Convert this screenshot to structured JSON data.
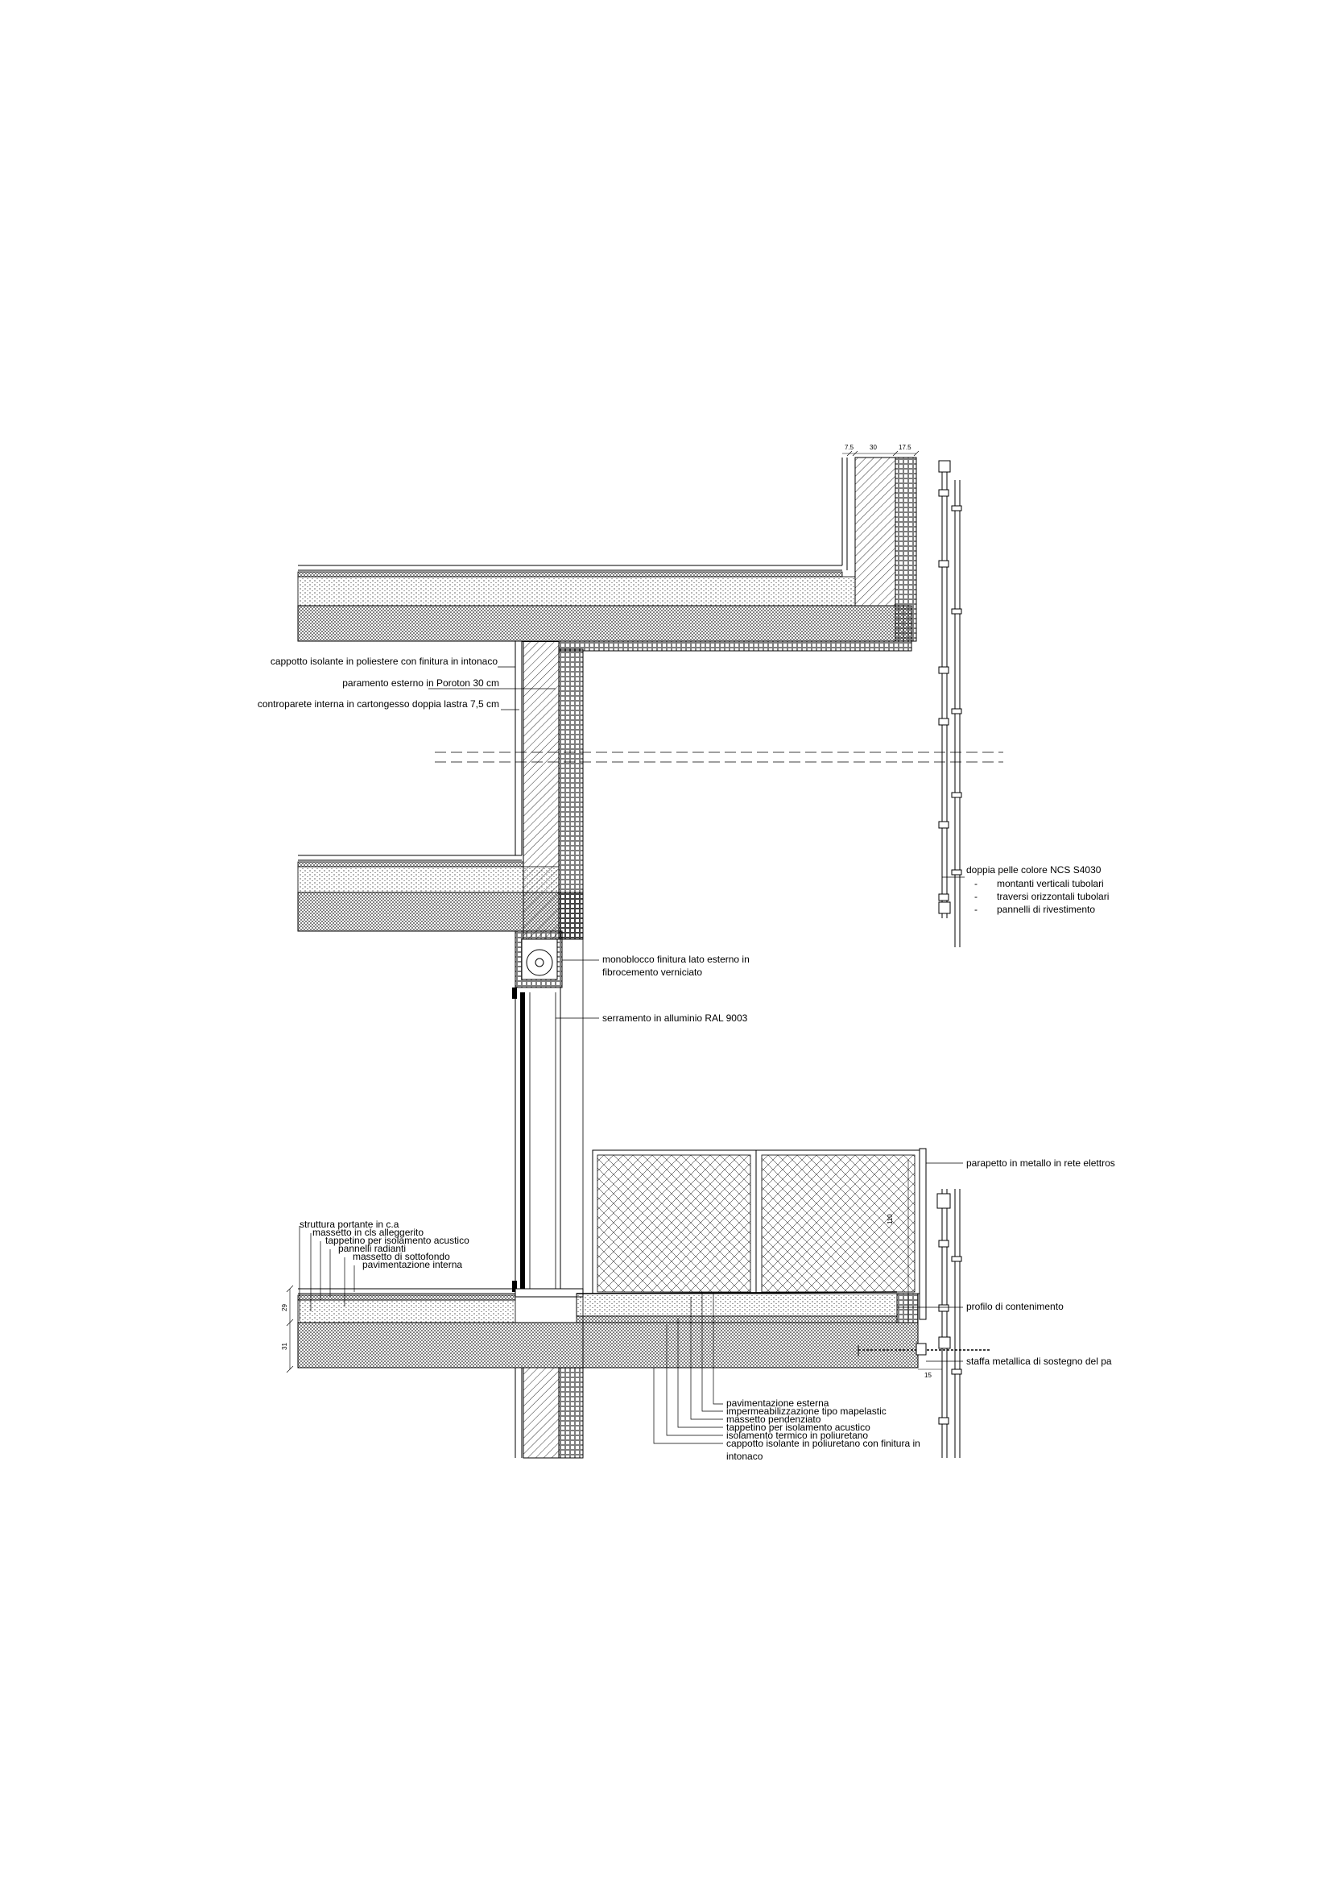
{
  "dimensions": {
    "top": [
      "7.5",
      "30",
      "17.5"
    ],
    "floor_left_a": "29",
    "floor_left_b": "31",
    "parapet_height": "110",
    "bracket": "15"
  },
  "labels": {
    "cappotto_poliestere": "cappotto isolante in poliestere con finitura in intonaco",
    "paramento_poroton": "paramento esterno in Poroton 30 cm",
    "controparete": "controparete interna in cartongesso doppia lastra 7,5 cm",
    "doppia_pelle": "doppia pelle colore NCS S4030",
    "dp_list": [
      "montanti verticali tubolari",
      "traversi orizzontali tubolari",
      "pannelli di rivestimento"
    ],
    "monoblocco_1": "monoblocco finitura lato esterno in",
    "monoblocco_2": "fibrocemento verniciato",
    "serramento": "serramento in alluminio RAL 9003",
    "parapetto": "parapetto in metallo in rete elettros",
    "profilo": "profilo di contenimento",
    "staffa": "staffa metallica di sostegno del pa",
    "interior_layers": [
      "struttura portante in c.a",
      "massetto in cls alleggerito",
      "tappetino per isolamento acustico",
      "pannelli radianti",
      "massetto di sottofondo",
      "pavimentazione interna"
    ],
    "exterior_layers": [
      "pavimentazione esterna",
      "impermeabilizzazione tipo mapelastic",
      "massetto pendenziato",
      "tappetino per isolamento acustico",
      "isolamento termico in poliuretano",
      "cappotto isolante in poliuretano con finitura in",
      "intonaco"
    ]
  }
}
